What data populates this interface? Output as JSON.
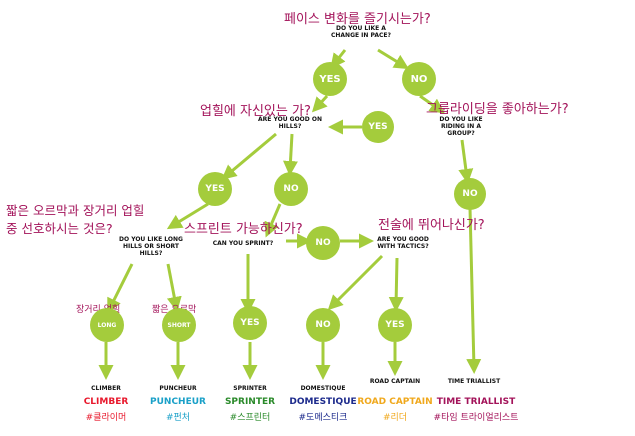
{
  "questions": {
    "change_pace": {
      "en": "DO YOU LIKE A CHANGE IN PACE?",
      "ko": "페이스 변화를 즐기시는가?"
    },
    "good_hills": {
      "en": "ARE YOU GOOD ON HILLS?",
      "ko": "업힐에 자신있는 가?"
    },
    "riding_group": {
      "en": "DO YOU LIKE RIDING IN A GROUP?",
      "ko": "그룹라이딩을 좋아하는가?"
    },
    "long_short_hills": {
      "en": "DO YOU LIKE LONG HILLS OR SHORT HILLS?",
      "ko": "짧은 오르막과 장거리 업힐 중 선호하시는 것은?"
    },
    "sprint": {
      "en": "CAN YOU SPRINT?",
      "ko": "스프린트 가능하신가?"
    },
    "tactics": {
      "en": "ARE YOU GOOD WITH TACTICS?",
      "ko": "전술에 뛰어나신가?"
    }
  },
  "nodes": {
    "yes": "YES",
    "no": "NO",
    "long": "LONG",
    "short": "SHORT",
    "long_ko": "장거리 업힐",
    "short_ko": "짧은 오르막"
  },
  "results": [
    {
      "en": "CLIMBER",
      "en_colored": "CLIMBER",
      "ko": "#클라이머",
      "color": "#e8182c"
    },
    {
      "en": "PUNCHEUR",
      "en_colored": "PUNCHEUR",
      "ko": "#펀처",
      "color": "#1aa0c8"
    },
    {
      "en": "SPRINTER",
      "en_colored": "SPRINTER",
      "ko": "#스프린터",
      "color": "#2a8a2a"
    },
    {
      "en": "DOMESTIQUE",
      "en_colored": "DOMESTIQUE",
      "ko": "#도메스티크",
      "color": "#1c2a8c"
    },
    {
      "en": "ROAD CAPTAIN",
      "en_colored": "ROAD CAPTAIN",
      "ko": "#리더",
      "color": "#f0a81c"
    },
    {
      "en": "TIME TRIALLIST",
      "en_colored": "TIME TRIALLIST",
      "ko": "#타임 트라이얼리스트",
      "color": "#a3135a"
    }
  ],
  "colors": {
    "node_green": "#a4cc3c",
    "arrow_green": "#a4cc3c",
    "korean_label": "#a3135a"
  }
}
